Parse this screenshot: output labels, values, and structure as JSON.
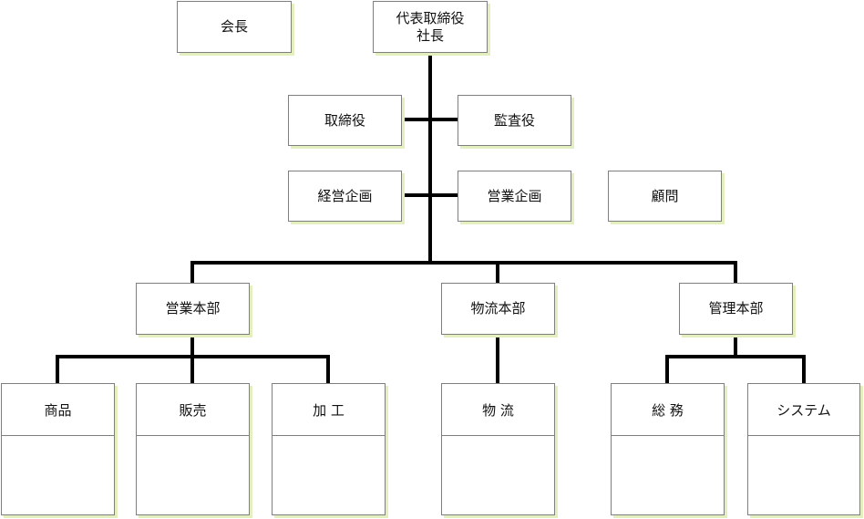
{
  "org_chart": {
    "chairman": "会長",
    "ceo": {
      "line1": "代表取締役",
      "line2": "社長"
    },
    "directors": "取締役",
    "auditors": "監査役",
    "management_planning": "経営企画",
    "sales_planning": "営業企画",
    "advisor": "顧問",
    "divisions": [
      {
        "name": "営業本部",
        "departments": [
          "商品",
          "販売",
          "加 工"
        ]
      },
      {
        "name": "物流本部",
        "departments": [
          "物 流"
        ]
      },
      {
        "name": "管理本部",
        "departments": [
          "総 務",
          "システム"
        ]
      }
    ]
  }
}
